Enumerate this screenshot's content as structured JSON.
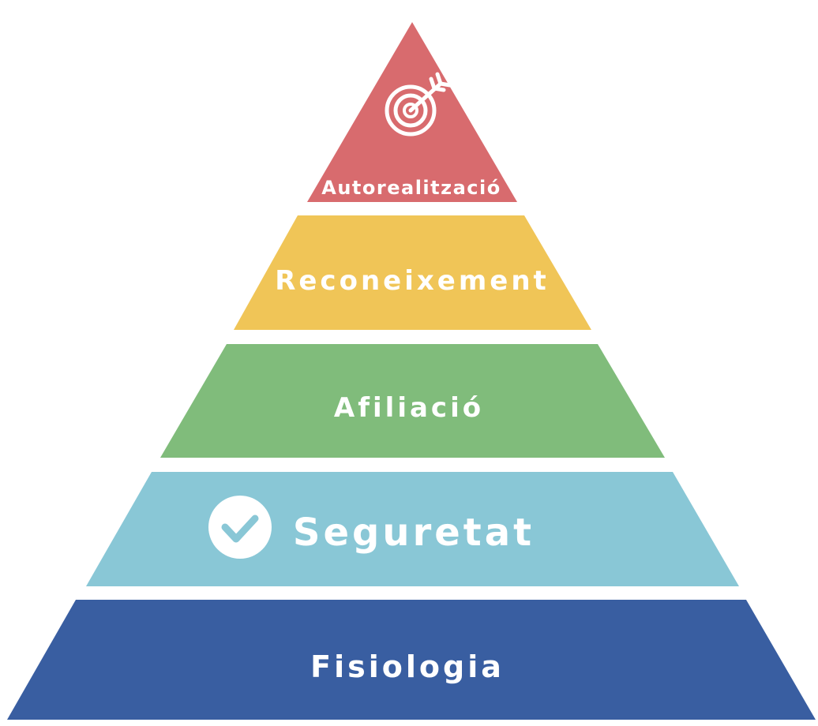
{
  "pyramid": {
    "levels": [
      {
        "label": "Autorealització",
        "color": "#D86B6E",
        "icon": "target-arrow-icon"
      },
      {
        "label": "Reconeixement",
        "color": "#F0C557"
      },
      {
        "label": "Afiliació",
        "color": "#80BC7B"
      },
      {
        "label": "Seguretat",
        "color": "#89C7D6",
        "label_color": "#3A5BA1",
        "icon": "check-circle-icon"
      },
      {
        "label": "Fisiologia",
        "color": "#395EA1"
      }
    ]
  }
}
